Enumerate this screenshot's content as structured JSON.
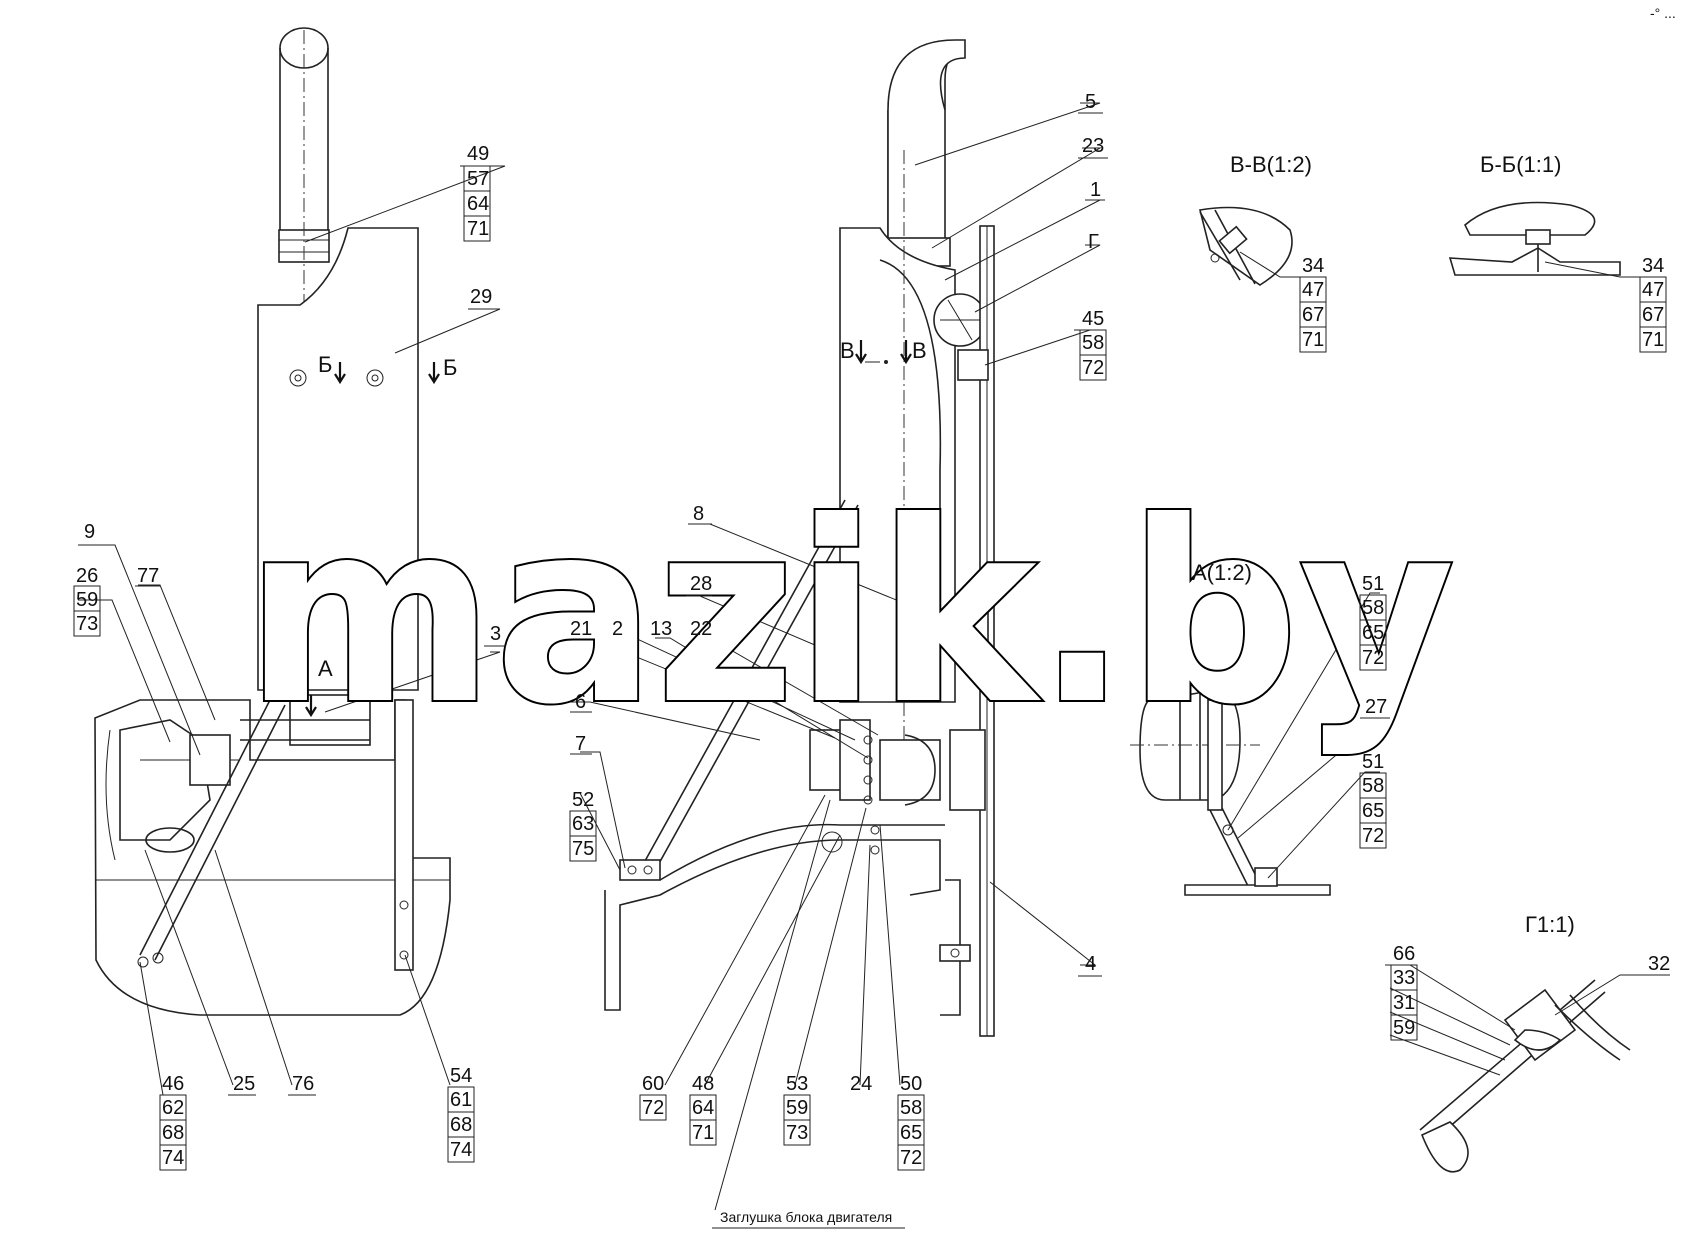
{
  "watermark": "mazik.by",
  "corner_mark": "-° ...",
  "views": {
    "vv": "В-В(1:2)",
    "bb": "Б-Б(1:1)",
    "a": "А(1:2)",
    "g": "Г1:1)"
  },
  "section_marks": {
    "b1": "Б",
    "b2": "Б",
    "v1": "В",
    "v2": "В",
    "a": "А",
    "g": "Г"
  },
  "note": "Заглушка блока двигателя",
  "callouts": {
    "c49": [
      "49",
      "57",
      "64",
      "71"
    ],
    "c29": "29",
    "c9": "9",
    "c26": [
      "26",
      "59",
      "73"
    ],
    "c77": "77",
    "c3": "3",
    "c46": [
      "46",
      "62",
      "68",
      "74"
    ],
    "c25": "25",
    "c76": "76",
    "c54": [
      "54",
      "61",
      "68",
      "74"
    ],
    "c5": "5",
    "c23": "23",
    "c1": "1",
    "c45": [
      "45",
      "58",
      "72"
    ],
    "c8": "8",
    "c28": "28",
    "c21": "21",
    "c2": "2",
    "c13": "13",
    "c22": "22",
    "c6": "6",
    "c7": "7",
    "c52": [
      "52",
      "63",
      "75"
    ],
    "c4": "4",
    "c60": [
      "60",
      "72"
    ],
    "c48": [
      "48",
      "64",
      "71"
    ],
    "c53": [
      "53",
      "59",
      "73"
    ],
    "c24": "24",
    "c50": [
      "50",
      "58",
      "65",
      "72"
    ],
    "c34a": [
      "34",
      "47",
      "67",
      "71"
    ],
    "c34b": [
      "34",
      "47",
      "67",
      "71"
    ],
    "c51a": [
      "51",
      "58",
      "65",
      "72"
    ],
    "c27": "27",
    "c51b": [
      "51",
      "58",
      "65",
      "72"
    ],
    "c66": [
      "66",
      "33",
      "31",
      "59"
    ],
    "c32": "32"
  }
}
